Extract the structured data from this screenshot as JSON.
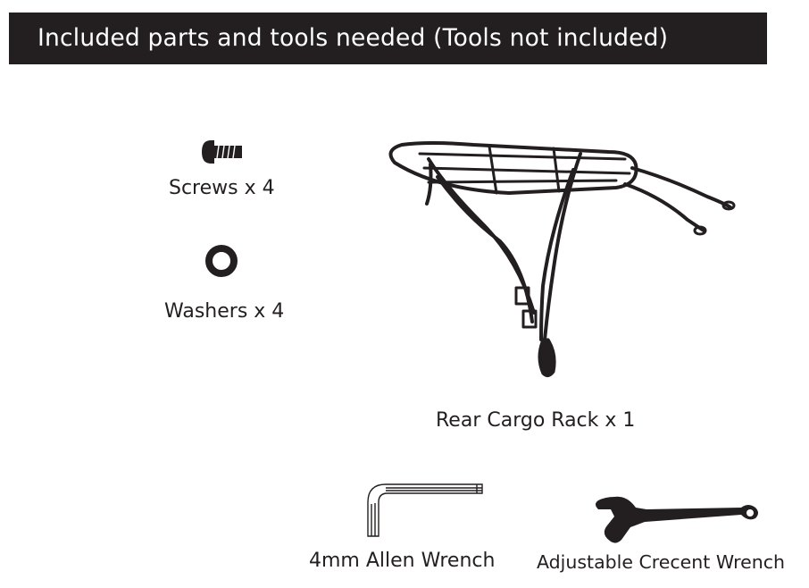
{
  "header": {
    "title": "Included parts and tools needed (Tools not included)"
  },
  "parts": {
    "screws": {
      "label": "Screws x 4",
      "icon": "screw-icon"
    },
    "washers": {
      "label": "Washers x 4",
      "icon": "washer-icon"
    },
    "rack": {
      "label": "Rear Cargo Rack x 1",
      "icon": "rear-cargo-rack-icon"
    }
  },
  "tools": {
    "allen": {
      "label": "4mm Allen Wrench",
      "icon": "allen-wrench-icon"
    },
    "crescent": {
      "label": "Adjustable Crecent Wrench",
      "icon": "adjustable-wrench-icon"
    }
  },
  "colors": {
    "banner": "#231f20",
    "banner_text": "#ffffff",
    "ink": "#231f20"
  }
}
